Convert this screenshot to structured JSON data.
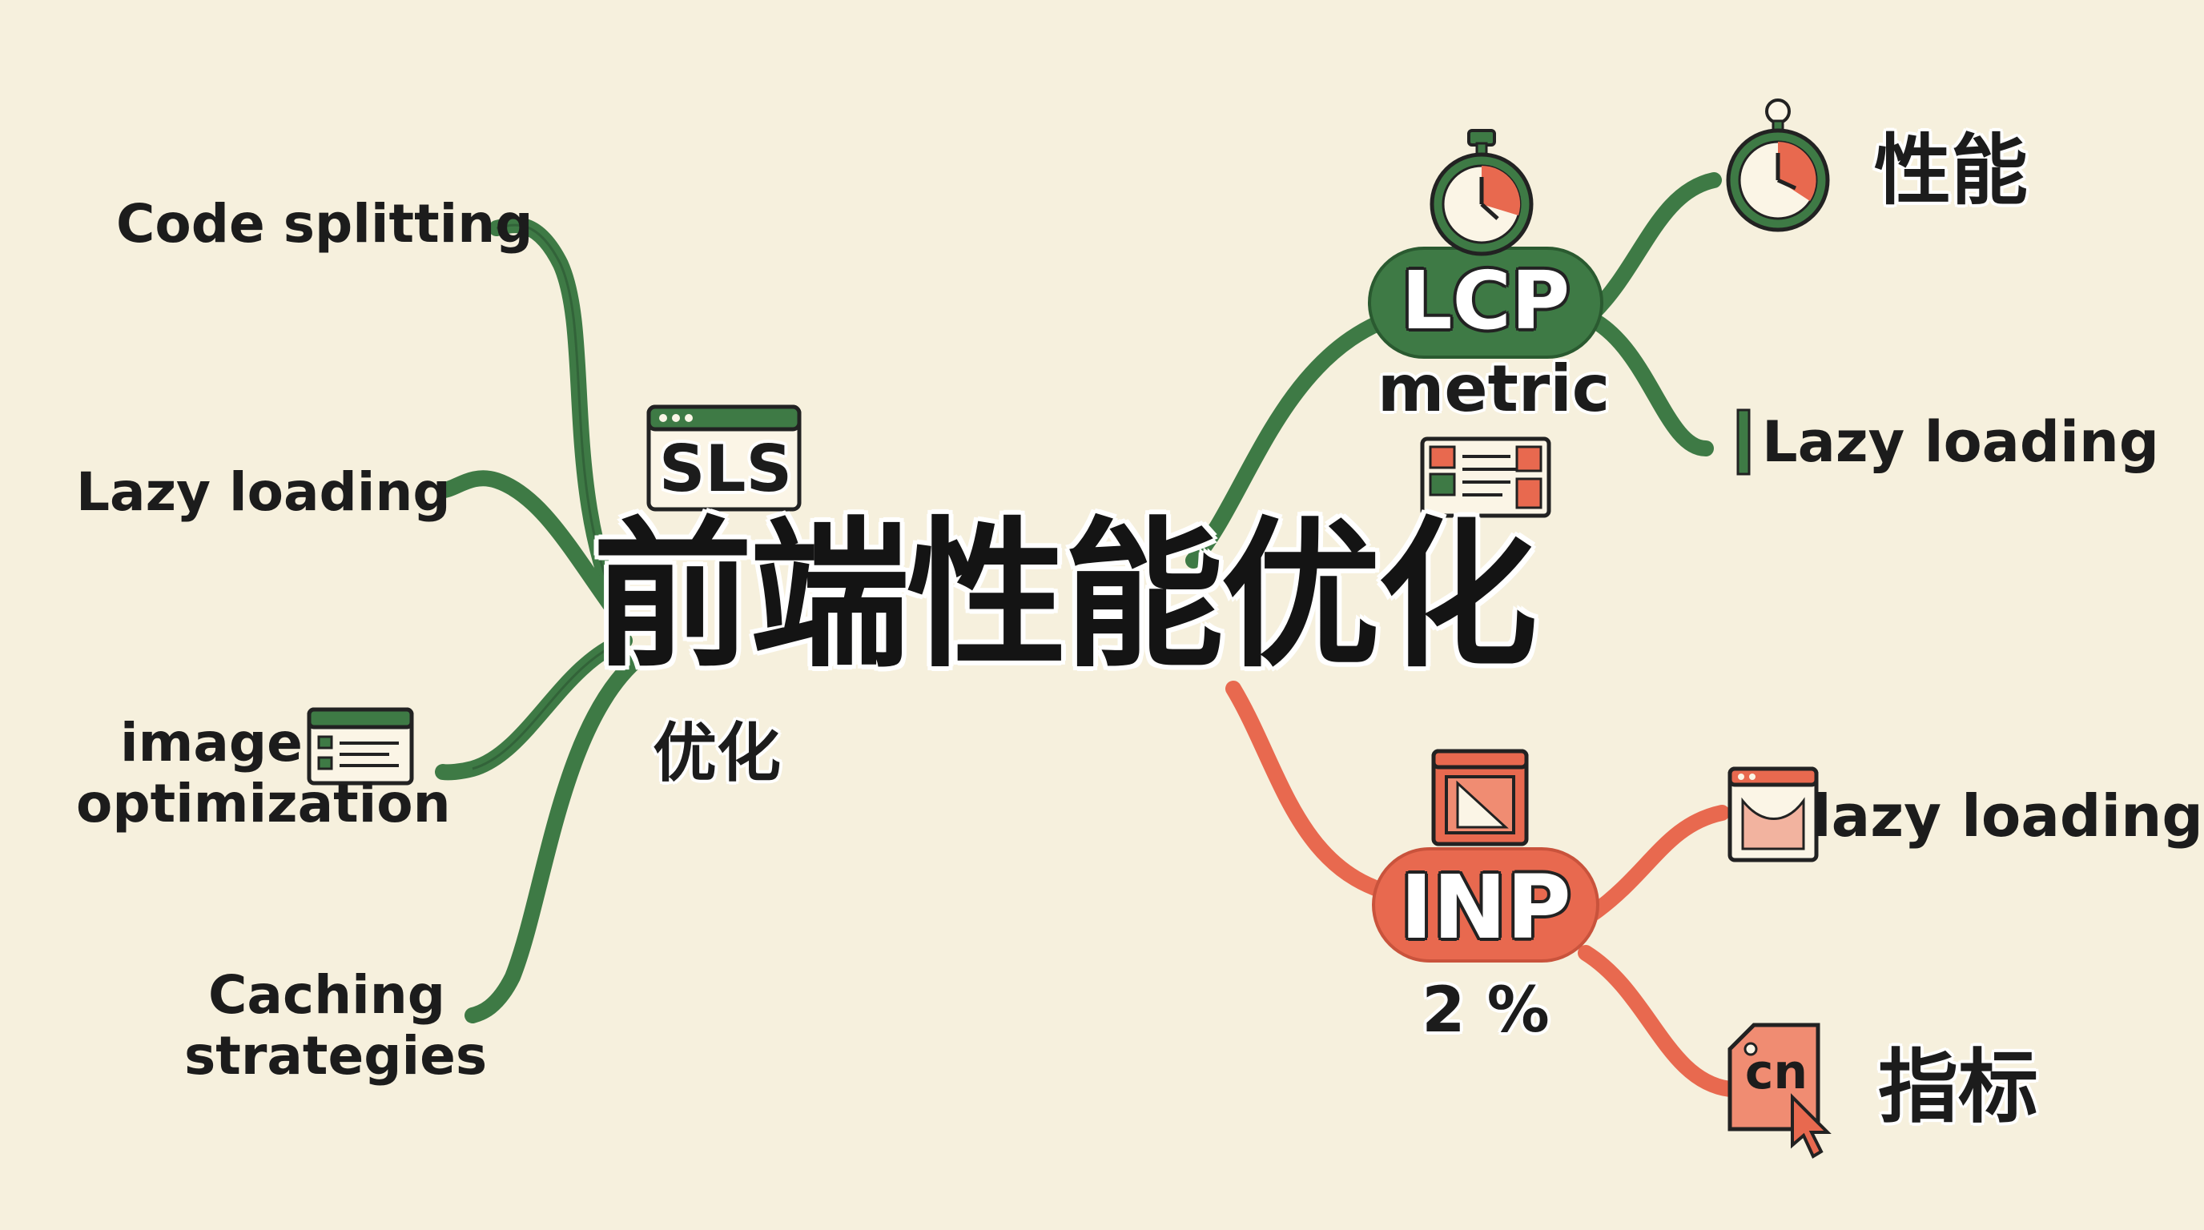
{
  "title": "前端性能优化",
  "subtitle": "优化",
  "left_branches": [
    {
      "label": "Code splitting"
    },
    {
      "label": "Lazy loading"
    },
    {
      "label_line1": "image",
      "label_line2": "optimization"
    },
    {
      "label_line1": "Caching",
      "label_line2": "strategies"
    }
  ],
  "sls_badge": "SLS",
  "lcp": {
    "label": "LCP",
    "caption": "metric",
    "children": [
      "性能",
      "Lazy loading"
    ]
  },
  "inp": {
    "label": "INP",
    "caption": "2 %",
    "children": [
      "lazy loading",
      "指标"
    ]
  },
  "tag_icon_text": "cn",
  "colors": {
    "background": "#f6f0dd",
    "green": "#3e7a45",
    "red": "#e8694f",
    "dark": "#1c1c1c"
  },
  "icons": [
    "stopwatch-icon",
    "browser-window-icon",
    "checklist-window-icon",
    "layout-window-icon",
    "image-window-icon",
    "tag-icon",
    "cursor-icon"
  ]
}
